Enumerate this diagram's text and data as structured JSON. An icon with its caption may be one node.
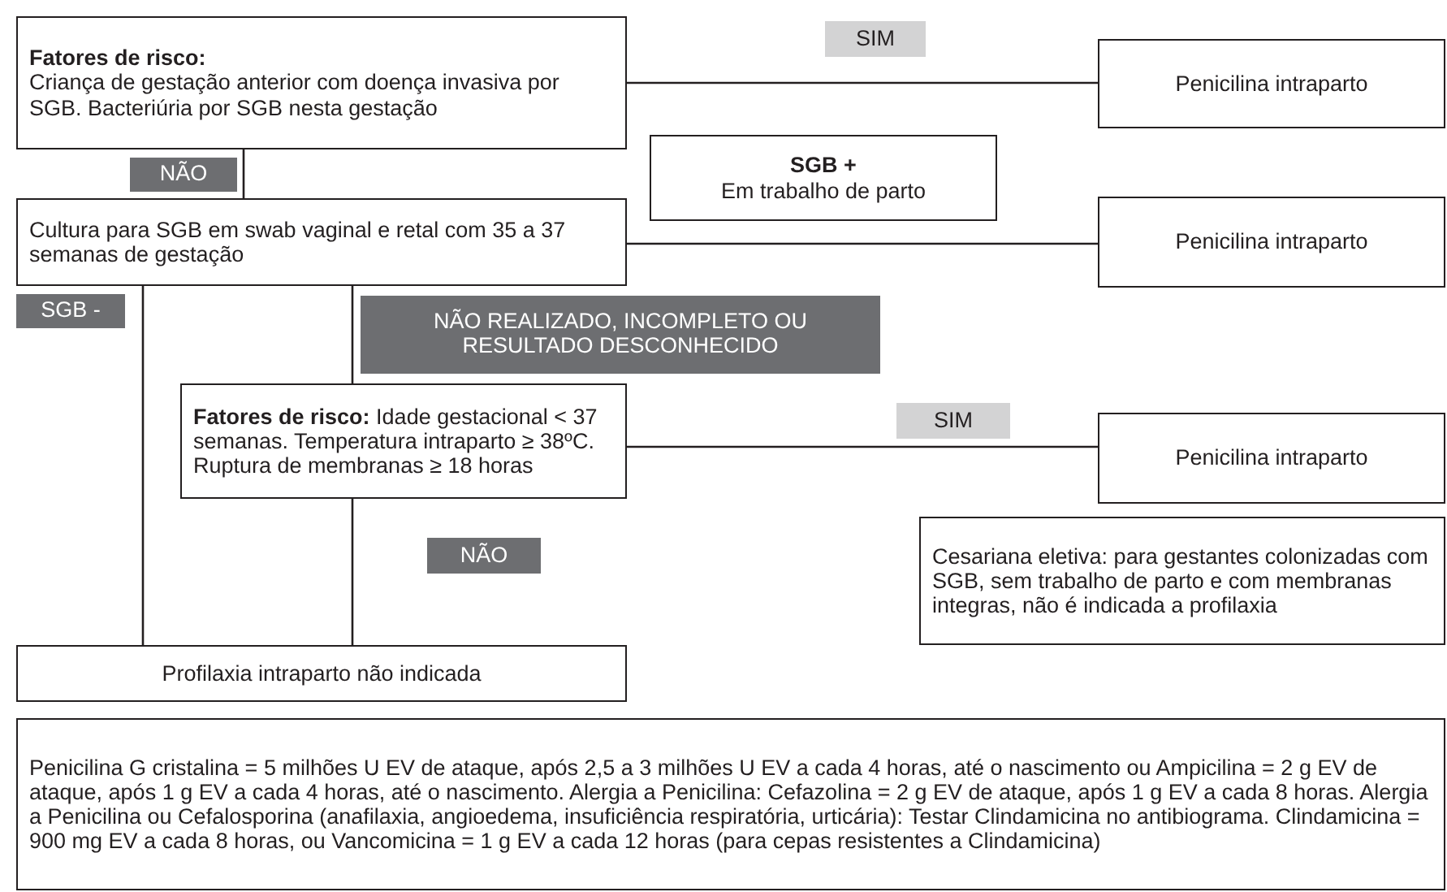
{
  "diagram": {
    "nodes": [
      {
        "text": [
          "Fatores de risco:",
          "Criança de gestação anterior com doença invasiva por SGB. Bacteriúria por SGB nesta gestação"
        ]
      },
      {
        "text": [
          "Penicilina intraparto"
        ]
      },
      {
        "text": [
          "SGB +",
          "Em trabalho de parto"
        ]
      },
      {
        "text": [
          "Cultura para SGB em swab vaginal e retal com 35 a 37 semanas de gestação"
        ]
      },
      {
        "text": [
          "Penicilina intraparto"
        ]
      },
      {
        "text": [
          "**Fatores de risco:** Idade gestacional < 37 semanas. Temperatura intraparto ≥ 38ºC. Ruptura de membranas ≥ 18 horas"
        ]
      },
      {
        "text": [
          "Penicilina intraparto"
        ]
      },
      {
        "text": [
          "Cesariana eletiva: para gestantes colonizadas com SGB, sem trabalho de parto e com membranas integras, não é indicada a profilaxia"
        ]
      },
      {
        "text": [
          "Profilaxia intraparto não indicada"
        ]
      },
      {
        "text": [
          "Penicilina G cristalina = 5 milhões U EV de ataque, após 2,5 a 3 milhões U EV a cada 4 horas, até o nascimento ou Ampicilina = 2 g EV de ataque, após 1 g EV a cada 4 horas, até o nascimento. Alergia a Penicilina: Cefazolina = 2 g EV de ataque, após 1 g EV a cada 8 horas. Alergia a Penicilina ou Cefalosporina (anafilaxia, angioedema, insuficiência respiratória, urticária): Testar Clindamicina no antibiograma. Clindamicina = 900 mg EV a cada 8 horas, ou Vancomicina = 1 g EV a cada 12 horas (para cepas resistentes a Clindamicina)"
        ]
      }
    ],
    "edges": [
      {
        "from": 0,
        "to": 1,
        "arrow": "none",
        "label": "SIM"
      },
      {
        "from": 0,
        "to": 3,
        "arrow": "none",
        "label": "NÃO"
      },
      {
        "from": 3,
        "to": 4,
        "arrow": "none"
      },
      {
        "from": 3,
        "to": 8,
        "arrow": "none",
        "label": "SGB -"
      },
      {
        "from": 3,
        "to": 5,
        "arrow": "none",
        "label": "NÃO REALIZADO, INCOMPLETO OU RESULTADO DESCONHECIDO"
      },
      {
        "from": 5,
        "to": 6,
        "arrow": "none",
        "label": "SIM"
      },
      {
        "from": 5,
        "to": 8,
        "arrow": "none",
        "label": "NÃO"
      }
    ]
  }
}
